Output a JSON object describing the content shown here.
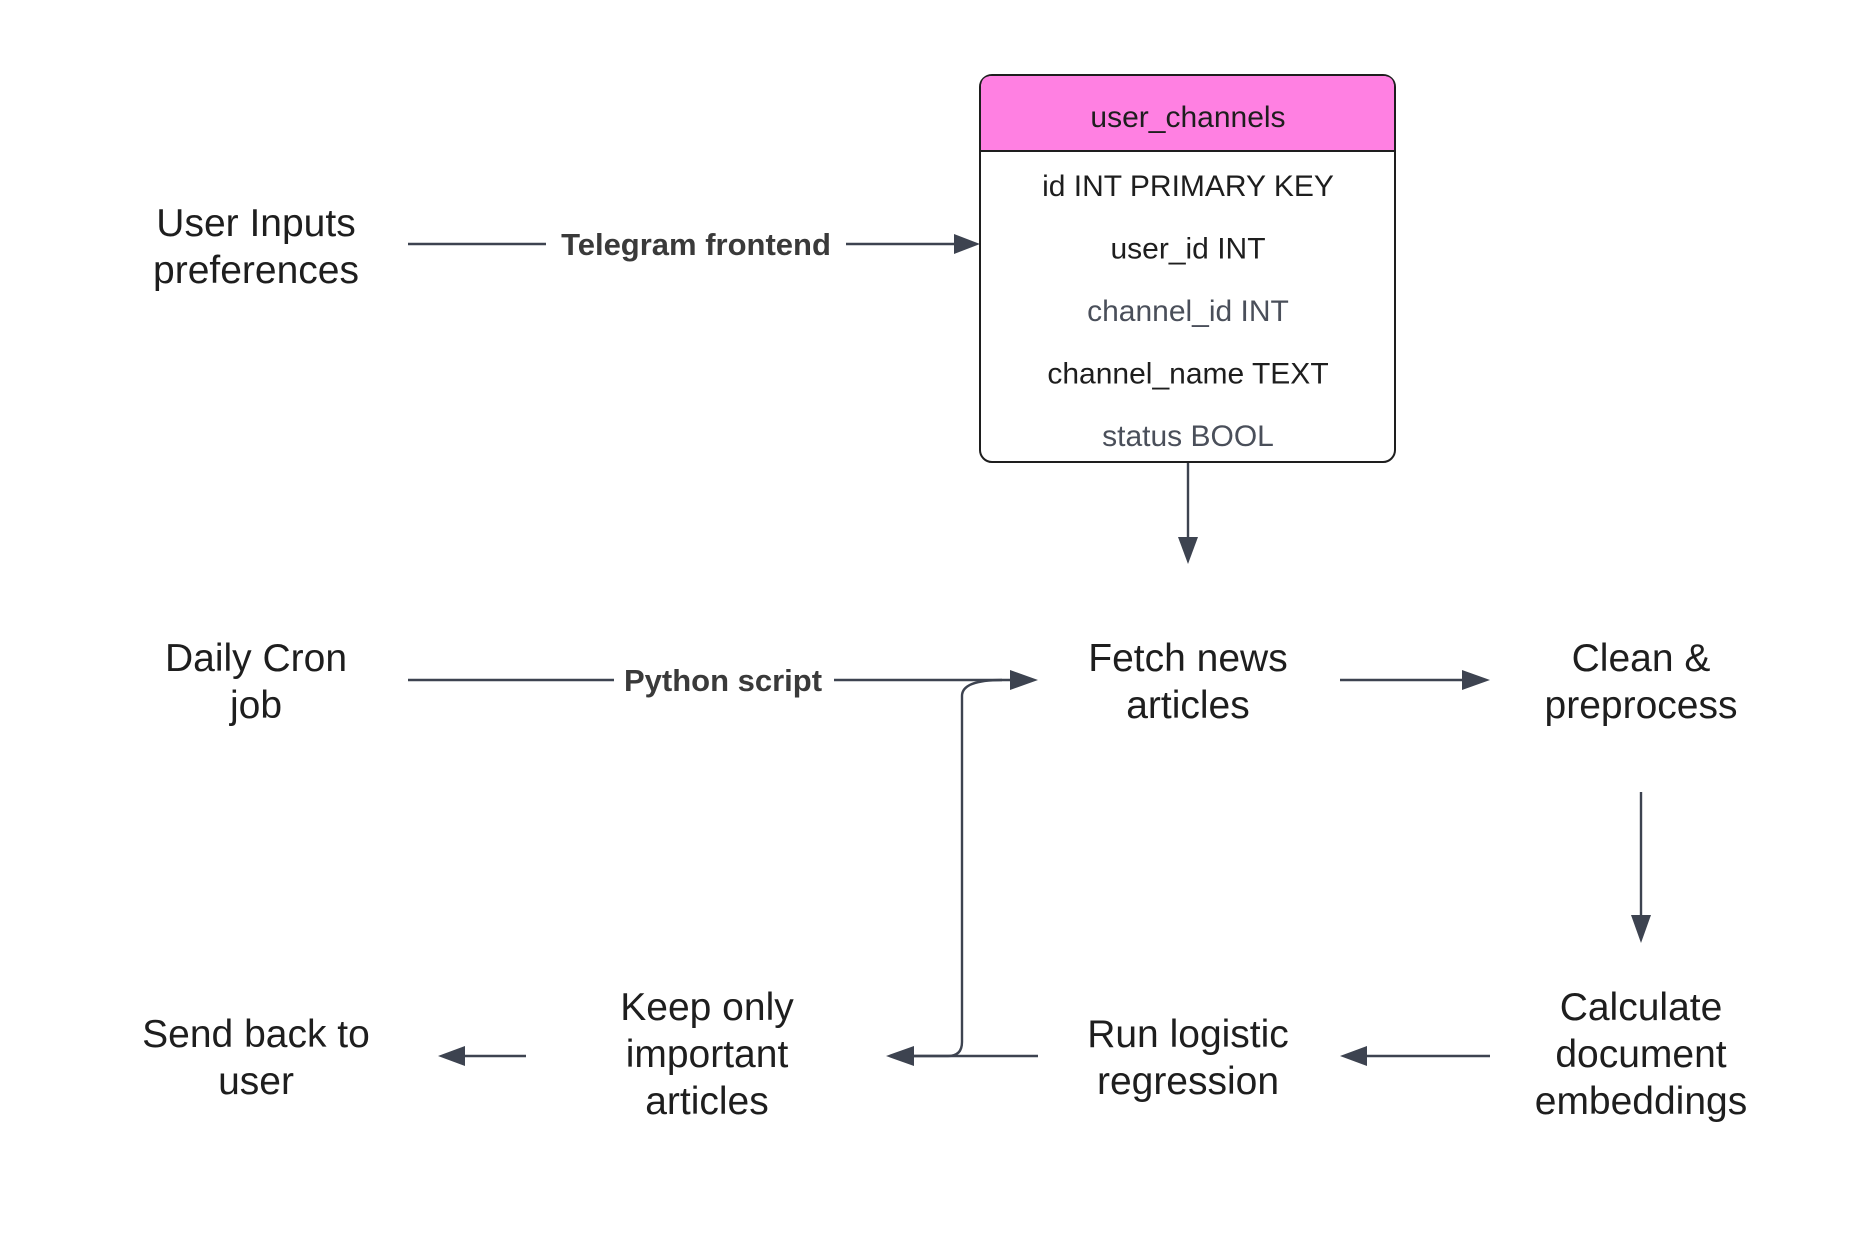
{
  "colors": {
    "table_header_fill": "#ff80e2",
    "edge": "#3d4350",
    "text": "#1e1e1e",
    "muted_text": "#4a4f5a"
  },
  "nodes": {
    "user_inputs": [
      "User Inputs",
      "preferences"
    ],
    "daily_cron": [
      "Daily Cron",
      "job"
    ],
    "fetch_news": [
      "Fetch news",
      "articles"
    ],
    "clean_preprocess": [
      "Clean &",
      "preprocess"
    ],
    "calc_embeddings": [
      "Calculate",
      "document",
      "embeddings"
    ],
    "run_logistic": [
      "Run logistic",
      "regression"
    ],
    "keep_important": [
      "Keep only",
      "important",
      "articles"
    ],
    "send_back": [
      "Send back to",
      "user"
    ]
  },
  "edge_labels": {
    "telegram": "Telegram frontend",
    "python": "Python script"
  },
  "table": {
    "title": "user_channels",
    "rows": [
      {
        "text": "id INT PRIMARY KEY",
        "muted": false
      },
      {
        "text": "user_id INT",
        "muted": false
      },
      {
        "text": "channel_id INT",
        "muted": true
      },
      {
        "text": "channel_name TEXT",
        "muted": false
      },
      {
        "text": "status BOOL",
        "muted": true
      }
    ]
  }
}
